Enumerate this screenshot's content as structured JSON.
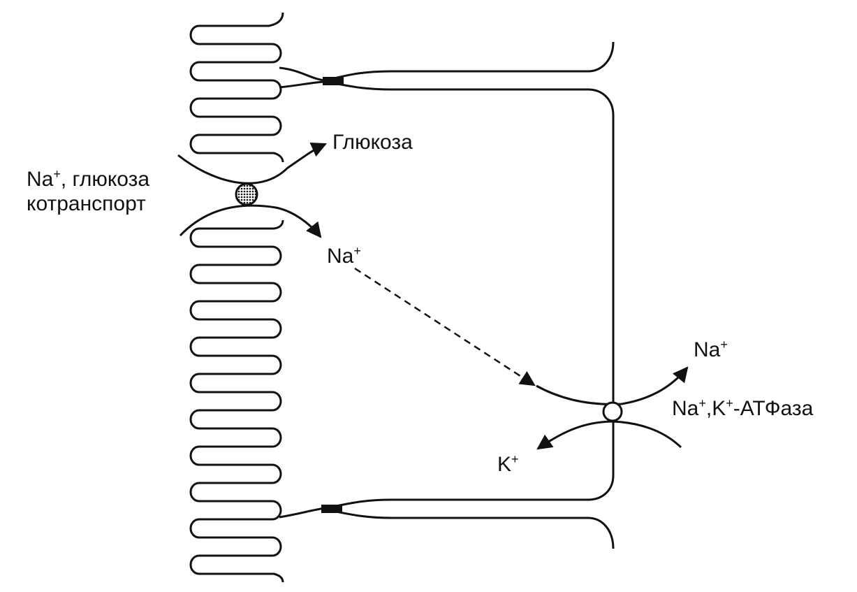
{
  "labels": {
    "glucose": "Глюкоза",
    "cotransport_ion": "Na",
    "cotransport_ion_charge": "+",
    "cotransport_rest": ", глюкоза",
    "cotransport_line2": "котранспорт",
    "na_inside": "Na",
    "na_inside_charge": "+",
    "na_out": "Na",
    "na_out_charge": "+",
    "atpase_na": "Na",
    "atpase_na_charge": "+",
    "atpase_sep": ",K",
    "atpase_k_charge": "+",
    "atpase_rest": "-АТФаза",
    "k_in": "K",
    "k_in_charge": "+"
  },
  "colors": {
    "ink": "#111111",
    "background": "#ffffff",
    "cotransporter_fill": "#777777"
  }
}
